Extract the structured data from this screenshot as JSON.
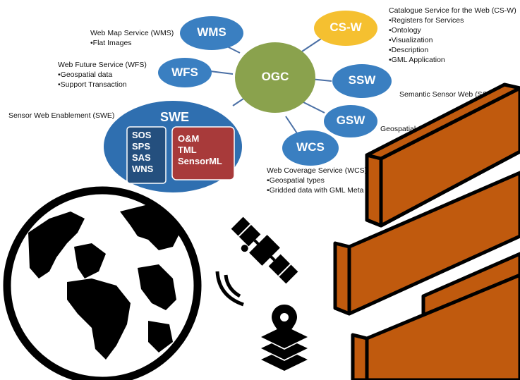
{
  "center": {
    "label": "OGC",
    "color": "#8aa24d"
  },
  "services": {
    "wms": {
      "abbr": "WMS",
      "title": "Web Map Service (WMS)",
      "bullets": [
        "•Flat Images"
      ],
      "color": "#3a7fc1"
    },
    "wfs": {
      "abbr": "WFS",
      "title": "Web Future Service (WFS)",
      "bullets": [
        "•Geospatial data",
        "•Support Transaction"
      ],
      "color": "#3a7fc1"
    },
    "csw": {
      "abbr": "CS-W",
      "title": "Catalogue Service for the Web (CS-W)",
      "bullets": [
        "•Registers for Services",
        "•Ontology",
        "•Visualization",
        "•Description",
        "•GML Application"
      ],
      "color": "#f5c030"
    },
    "ssw": {
      "abbr": "SSW",
      "title": "Semantic Sensor Web (SSW)",
      "color": "#3a7fc1"
    },
    "gsw": {
      "abbr": "GSW",
      "title": "Geospatial Semantic",
      "color": "#3a7fc1"
    },
    "wcs": {
      "abbr": "WCS",
      "title": "Web Coverage Service (WCS)",
      "bullets": [
        "•Geospatial types",
        "•Gridded data with GML Meta"
      ],
      "color": "#3a7fc1"
    }
  },
  "swe": {
    "abbr": "SWE",
    "title": "Sensor Web Enablement (SWE)",
    "left_items": [
      "SOS",
      "SPS",
      "SAS",
      "WNS"
    ],
    "right_items": [
      "O&M",
      "TML",
      "SensorML"
    ],
    "color": "#2f6fb0",
    "accent": "#a83a3a"
  },
  "icons": [
    "globe-icon",
    "satellite-icon",
    "map-layers-pin-icon",
    "brick-wall-icon"
  ]
}
